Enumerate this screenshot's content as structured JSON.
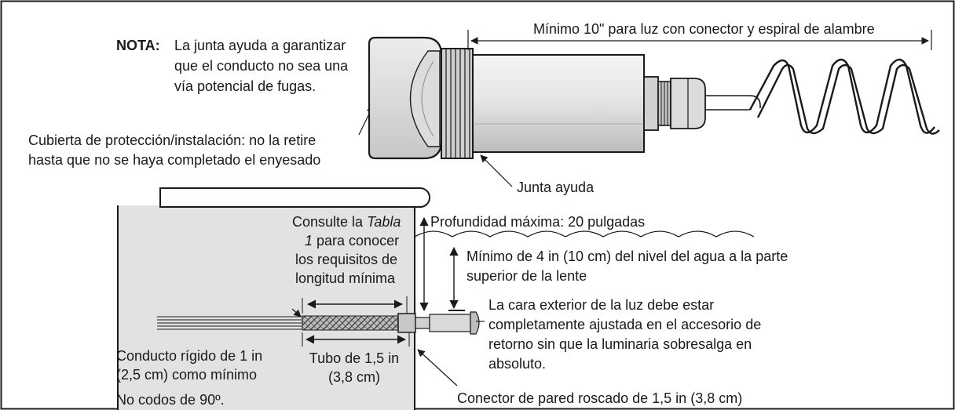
{
  "note": {
    "label": "NOTA:",
    "line1": "La junta ayuda a garantizar",
    "line2": "que el conducto no sea una",
    "line3": "vía potencial de fugas."
  },
  "cover": {
    "line1": "Cubierta de protección/instalación: no la retire",
    "line2": "hasta que no se haya completado el enyesado"
  },
  "min_length": "Mínimo 10\" para luz con conector y espiral de alambre",
  "gasket": "Junta ayuda",
  "table_ref": {
    "line1_a": "Consulte la ",
    "line1_b": "Tabla",
    "line2_a": "1",
    "line2_b": " para conocer",
    "line3": "los requisitos de",
    "line4": "longitud mínima"
  },
  "max_depth": "Profundidad máxima: 20 pulgadas",
  "min_water": {
    "line1": "Mínimo de 4 in (10 cm) del nivel del agua a la parte",
    "line2": "superior de la lente"
  },
  "face": {
    "line1": "La cara exterior de la luz debe estar",
    "line2": "completamente ajustada en el accesorio de",
    "line3": "retorno sin que la luminaria sobresalga en",
    "line4": "absoluto."
  },
  "conduit": {
    "line1": "Conducto rígido de 1 in",
    "line2": "(2,5 cm) como mínimo"
  },
  "tube": {
    "line1": "Tubo de 1,5 in",
    "line2": "(3,8 cm)"
  },
  "no_elbows": "No codos de 90º.",
  "connector": "Conector de pared roscado de 1,5 in (3,8 cm)",
  "colors": {
    "wall": "#e2e2e2",
    "line": "#1a1a1a",
    "light_body": "#d8d8d8"
  }
}
